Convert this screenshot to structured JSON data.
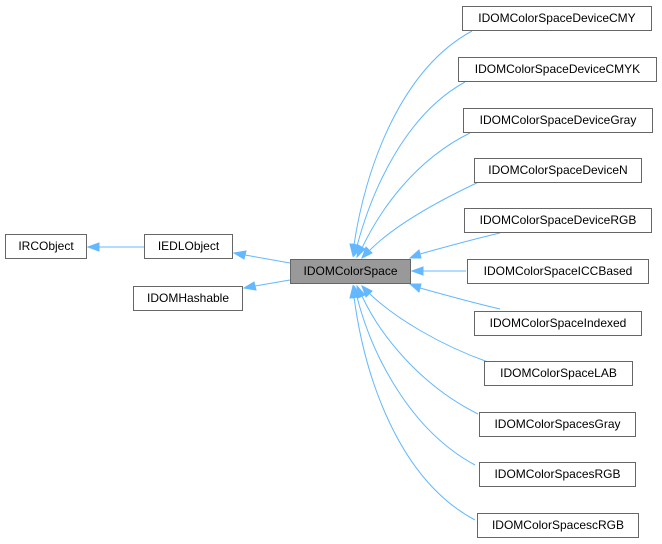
{
  "diagram": {
    "colors": {
      "edge": "#63b8ff",
      "node_border": "#666666",
      "focus_fill": "#999999",
      "node_fill": "#ffffff"
    },
    "focus": {
      "label": "IDOMColorSpace"
    },
    "ancestors": {
      "irc_object": "IRCObject",
      "iedl_object": "IEDLObject",
      "idom_hashable": "IDOMHashable"
    },
    "subclasses": {
      "device_cmy": "IDOMColorSpaceDeviceCMY",
      "device_cmyk": "IDOMColorSpaceDeviceCMYK",
      "device_gray": "IDOMColorSpaceDeviceGray",
      "device_n": "IDOMColorSpaceDeviceN",
      "device_rgb": "IDOMColorSpaceDeviceRGB",
      "icc_based": "IDOMColorSpaceICCBased",
      "indexed": "IDOMColorSpaceIndexed",
      "lab": "IDOMColorSpaceLAB",
      "s_gray": "IDOMColorSpacesGray",
      "s_rgb": "IDOMColorSpacesRGB",
      "sc_rgb": "IDOMColorSpacescRGB"
    }
  }
}
